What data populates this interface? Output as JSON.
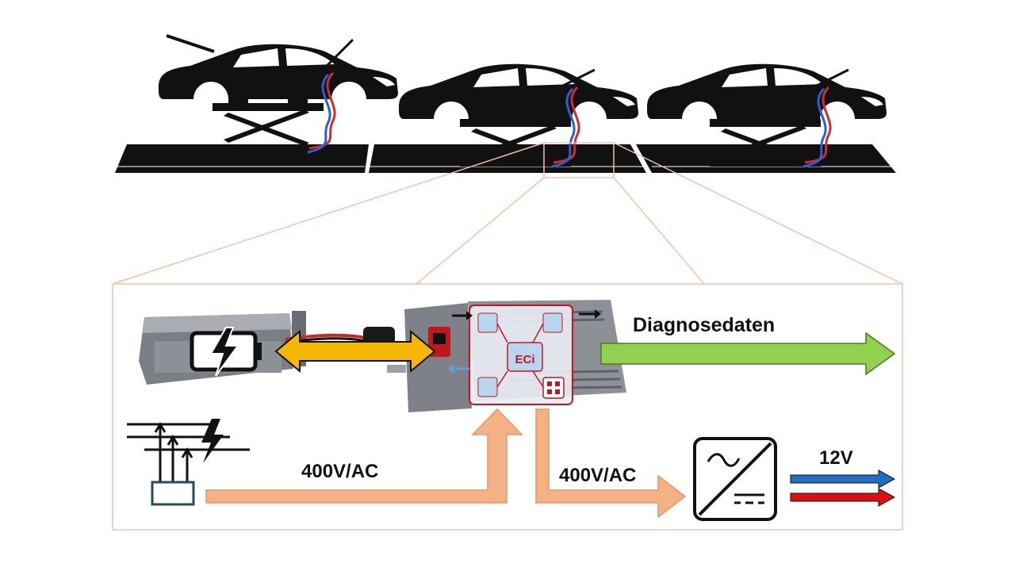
{
  "labels": {
    "diagnosedaten": "Diagnosedaten",
    "grid_voltage": "400V/AC",
    "output_voltage": "400V/AC",
    "dc_voltage": "12V",
    "device_logo": "ECi"
  },
  "colors": {
    "orange_arrow": "#f4b183",
    "orange_arrow_stroke": "#e8956a",
    "green_arrow": "#92d050",
    "yellow_arrow": "#f5b800",
    "blue_arrow": "#1f6fc4",
    "red_arrow": "#e01010",
    "frame": "#f1c4a8",
    "dark": "#111111"
  },
  "icons": [
    "car-icon",
    "scissor-lift-icon",
    "battery-bolt-icon",
    "power-grid-icon",
    "ac-dc-converter-icon",
    "charger-device-icon"
  ]
}
